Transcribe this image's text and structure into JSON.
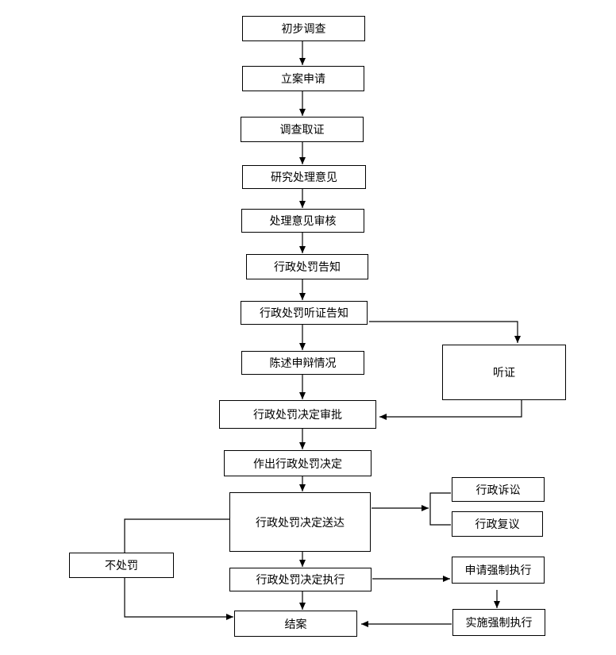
{
  "colors": {
    "stroke": "#000000",
    "box_fill": "#ffffff",
    "text": "#000000"
  },
  "nodes": {
    "preliminary_investigation": "初步调查",
    "case_filing_application": "立案申请",
    "evidence_collection": "调查取证",
    "study_opinion": "研究处理意见",
    "opinion_review": "处理意见审核",
    "penalty_notice": "行政处罚告知",
    "hearing_notice": "行政处罚听证告知",
    "statement_defense": "陈述申辩情况",
    "hearing": "听证",
    "decision_approval": "行政处罚决定审批",
    "make_decision": "作出行政处罚决定",
    "decision_delivery": "行政处罚决定送达",
    "administrative_litigation": "行政诉讼",
    "administrative_review": "行政复议",
    "no_penalty": "不处罚",
    "decision_execution": "行政处罚决定执行",
    "apply_enforcement": "申请强制执行",
    "case_closed": "结案",
    "implement_enforcement": "实施强制执行"
  }
}
